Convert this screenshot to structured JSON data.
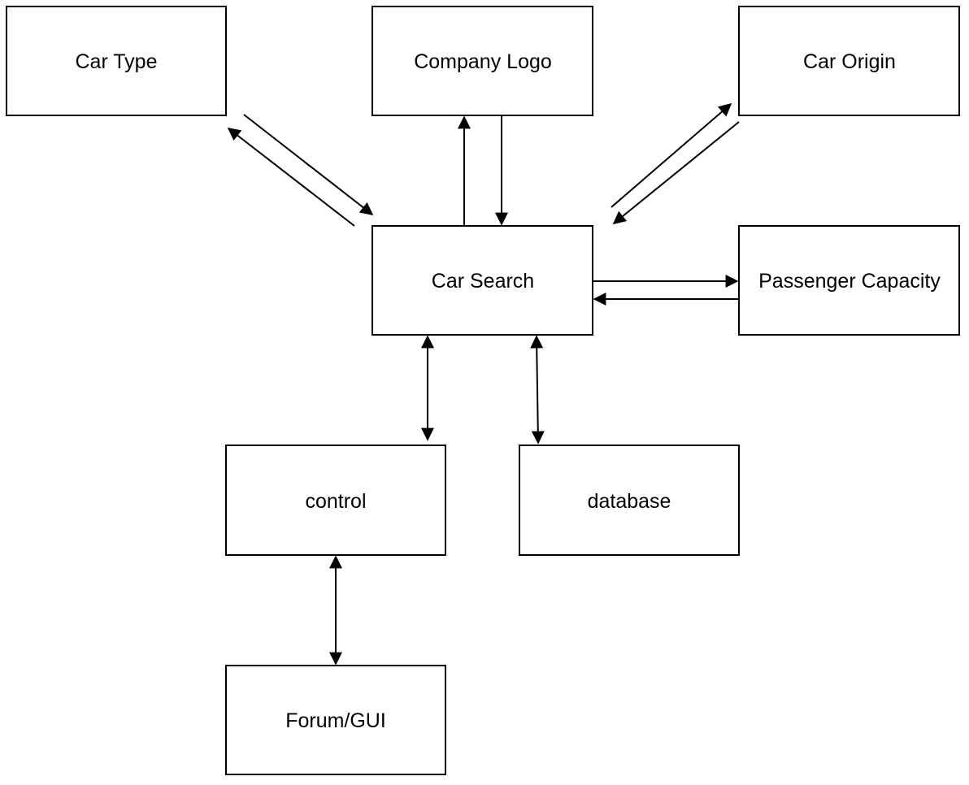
{
  "diagram": {
    "nodes": {
      "car_type": "Car Type",
      "company_logo": "Company Logo",
      "car_origin": "Car Origin",
      "car_search": "Car Search",
      "passenger_capacity": "Passenger Capacity",
      "control": "control",
      "database": "database",
      "forum_gui": "Forum/GUI"
    },
    "connections": [
      {
        "from": "Car Search",
        "to": "Car Type",
        "kind": "one-way"
      },
      {
        "from": "Car Type",
        "to": "Car Search",
        "kind": "one-way"
      },
      {
        "from": "Car Search",
        "to": "Company Logo",
        "kind": "one-way"
      },
      {
        "from": "Company Logo",
        "to": "Car Search",
        "kind": "one-way"
      },
      {
        "from": "Car Search",
        "to": "Car Origin",
        "kind": "one-way"
      },
      {
        "from": "Car Origin",
        "to": "Car Search",
        "kind": "one-way"
      },
      {
        "from": "Car Search",
        "to": "Passenger Capacity",
        "kind": "one-way"
      },
      {
        "from": "Passenger Capacity",
        "to": "Car Search",
        "kind": "one-way"
      },
      {
        "from": "Car Search",
        "to": "control",
        "kind": "two-way"
      },
      {
        "from": "Car Search",
        "to": "database",
        "kind": "two-way"
      },
      {
        "from": "control",
        "to": "Forum/GUI",
        "kind": "two-way"
      }
    ],
    "colors": {
      "stroke": "#000000",
      "box_fill": "#ffffff",
      "background": "#ffffff"
    }
  }
}
